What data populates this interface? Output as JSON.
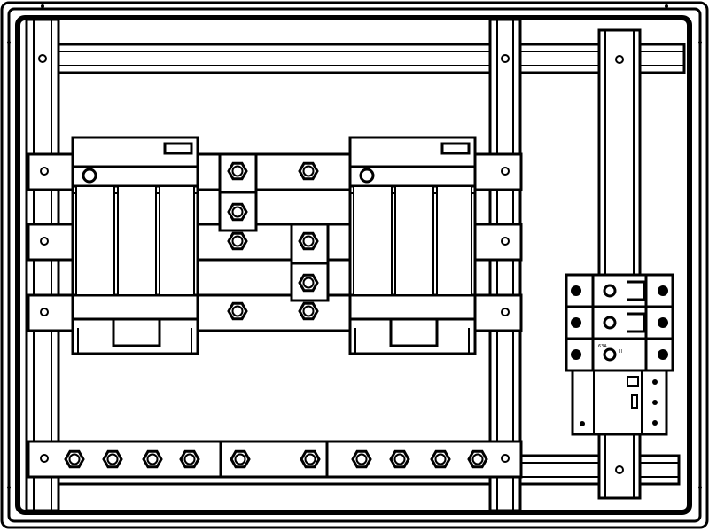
{
  "drawing": {
    "stroke_color": "#000000",
    "fill_color": "#ffffff",
    "components": [
      {
        "name": "enclosure-frame",
        "icon": "panel-enclosure"
      },
      {
        "name": "din-rails",
        "icon": "din-rail"
      },
      {
        "name": "mounting-brackets",
        "icon": "bracket"
      },
      {
        "name": "busbars",
        "icon": "busbar"
      },
      {
        "name": "circuit-breaker-left",
        "icon": "three-pole-breaker"
      },
      {
        "name": "circuit-breaker-right",
        "icon": "three-pole-breaker"
      },
      {
        "name": "terminal-block-group",
        "icon": "terminal-block"
      },
      {
        "name": "rcd-module",
        "icon": "residual-current-device"
      }
    ],
    "rcd_labels": {
      "rating": "63A",
      "mark": "II"
    }
  }
}
